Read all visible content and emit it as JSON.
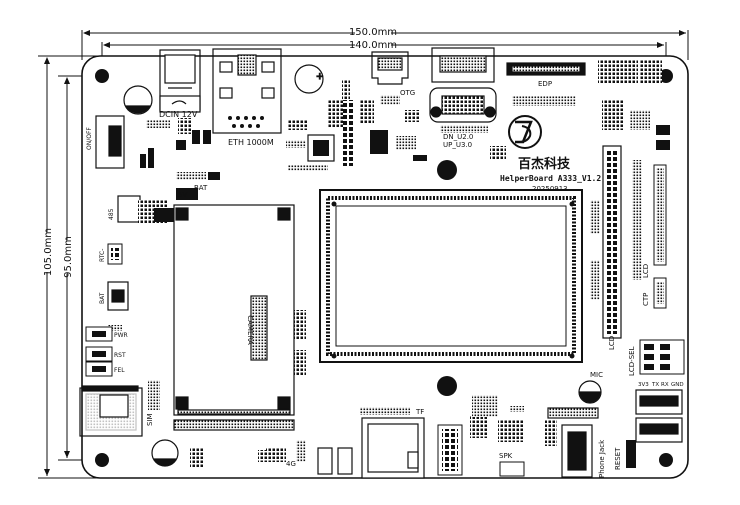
{
  "dimensions": {
    "width_outer": "150.0mm",
    "width_inner": "140.0mm",
    "height_outer": "105.0mm",
    "height_inner": "95.0mm"
  },
  "brand": {
    "name": "百杰科技",
    "board": "HelperBoard A333_V1.2",
    "date": "20250913"
  },
  "labels": {
    "dcin": "DCIN 12V",
    "eth": "ETH 1000M",
    "otg": "OTG",
    "edp": "EDP",
    "usb_dn": "DN_U2.0",
    "usb_up": "UP_U3.0",
    "on_off": "ON/OFF",
    "bat_top": "BAT",
    "bat_5v": "5V",
    "rs485": "485",
    "rtc": "RTC-",
    "bat_side": "BAT",
    "camera": "CAMERA",
    "pwr": "PWR",
    "rst": "RST",
    "fel": "FEL",
    "sim": "SIM",
    "fourg": "4G",
    "tf": "TF",
    "spk": "SPK",
    "mic": "MIC",
    "phone_jack": "Phone Jack",
    "reset": "RESET",
    "lcd": "LCD",
    "lcd_sel": "LCD-SEL",
    "lcd_side": "LCD",
    "ctp": "CTP",
    "v33": "3V3",
    "tx": "TX",
    "rx": "RX",
    "gnd": "GND"
  }
}
